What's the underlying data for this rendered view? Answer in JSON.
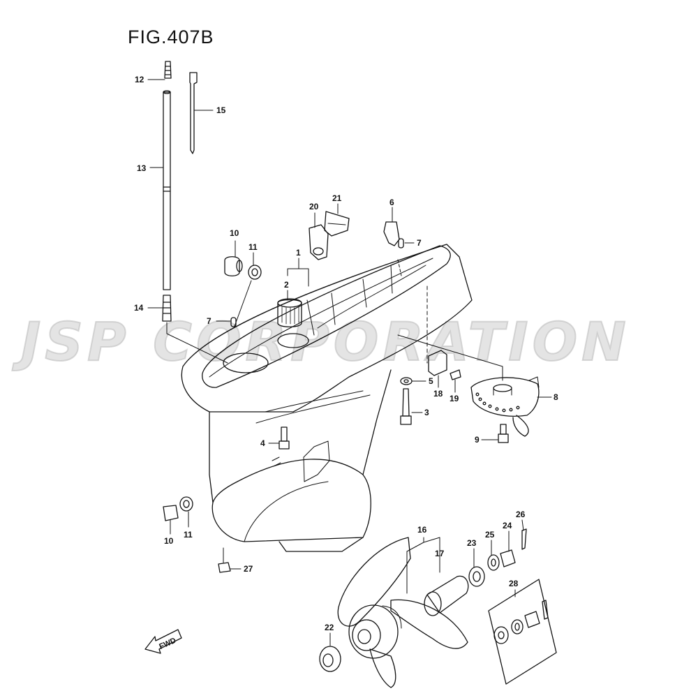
{
  "figure": {
    "title": "FIG.407B"
  },
  "watermark": {
    "text": "JSP CORPORATION"
  },
  "direction": {
    "label": "FWD"
  },
  "callouts": [
    {
      "id": "c1",
      "label": "1"
    },
    {
      "id": "c2",
      "label": "2"
    },
    {
      "id": "c3",
      "label": "3"
    },
    {
      "id": "c4",
      "label": "4"
    },
    {
      "id": "c5",
      "label": "5"
    },
    {
      "id": "c6",
      "label": "6"
    },
    {
      "id": "c7a",
      "label": "7"
    },
    {
      "id": "c7b",
      "label": "7"
    },
    {
      "id": "c8",
      "label": "8"
    },
    {
      "id": "c9",
      "label": "9"
    },
    {
      "id": "c10a",
      "label": "10"
    },
    {
      "id": "c10b",
      "label": "10"
    },
    {
      "id": "c11a",
      "label": "11"
    },
    {
      "id": "c11b",
      "label": "11"
    },
    {
      "id": "c12",
      "label": "12"
    },
    {
      "id": "c13",
      "label": "13"
    },
    {
      "id": "c14",
      "label": "14"
    },
    {
      "id": "c15",
      "label": "15"
    },
    {
      "id": "c16",
      "label": "16"
    },
    {
      "id": "c17",
      "label": "17"
    },
    {
      "id": "c18",
      "label": "18"
    },
    {
      "id": "c19",
      "label": "19"
    },
    {
      "id": "c20",
      "label": "20"
    },
    {
      "id": "c21",
      "label": "21"
    },
    {
      "id": "c22",
      "label": "22"
    },
    {
      "id": "c23",
      "label": "23"
    },
    {
      "id": "c24",
      "label": "24"
    },
    {
      "id": "c25",
      "label": "25"
    },
    {
      "id": "c26",
      "label": "26"
    },
    {
      "id": "c27",
      "label": "27"
    },
    {
      "id": "c28",
      "label": "28"
    }
  ]
}
